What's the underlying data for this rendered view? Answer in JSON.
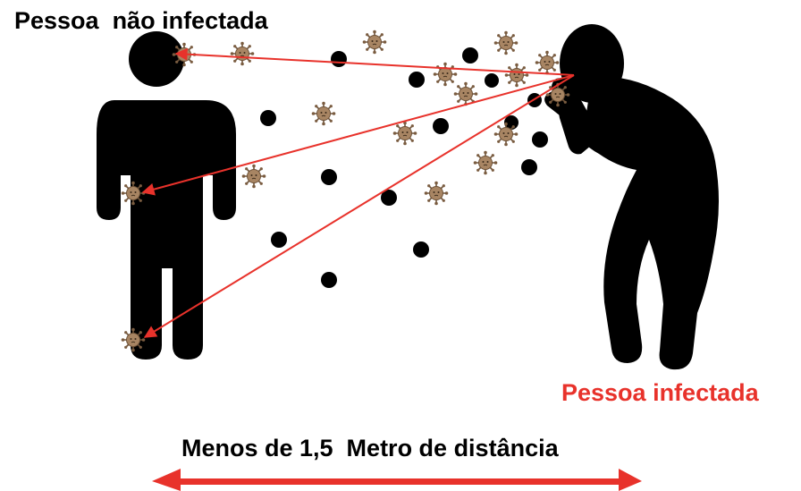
{
  "labels": {
    "healthy_person": "Pessoa  não infectada",
    "infected_person": "Pessoa infectada",
    "distance": "Menos de 1,5  Metro de distância"
  },
  "colors": {
    "silhouette": "#000000",
    "arrow": "#e8322b",
    "infected_label": "#e8322b",
    "virus_body": "#9c7b5a",
    "virus_spike": "#6e5238"
  },
  "icons": {
    "healthy": "healthy-person-silhouette-icon",
    "infected": "coughing-person-silhouette-icon",
    "virus": "virus-particle-icon",
    "droplet": "droplet-icon"
  }
}
